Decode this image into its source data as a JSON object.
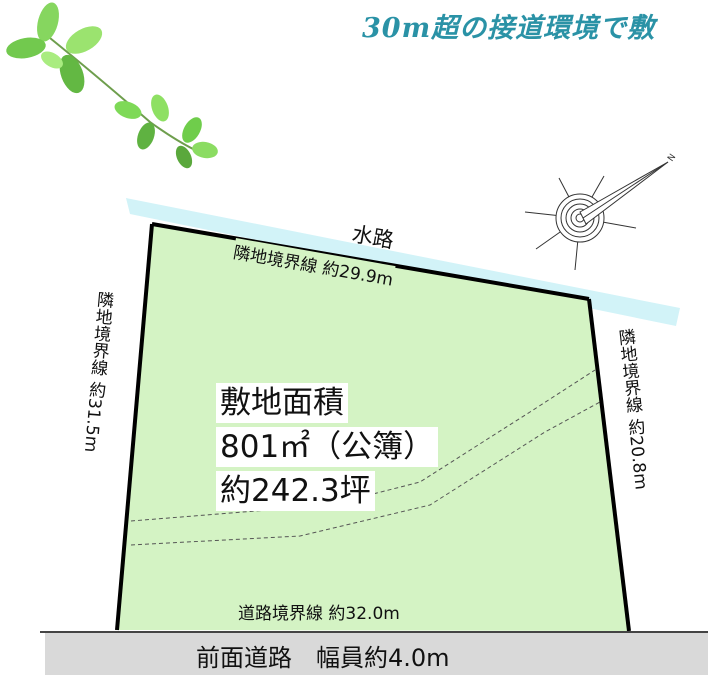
{
  "headline": "30m超の接道環境で敷",
  "colors": {
    "lot_fill": "#d4f3c4",
    "waterway": "#d2f3f8",
    "road": "#d9d9d9",
    "headline": "#2a92a6",
    "leaf": "#7ed957"
  },
  "icons": {
    "leaves": "green-leaves-branch-icon",
    "compass": "north-compass-icon"
  },
  "compass": {
    "north_label": "N"
  },
  "labels": {
    "waterway": "水路",
    "top_boundary": "隣地境界線 約29.9m",
    "left_boundary": "隣地境界線 約31.5m",
    "right_boundary": "隣地境界線 約20.8m",
    "road_boundary": "道路境界線 約32.0m",
    "front_road": "前面道路　幅員約4.0m"
  },
  "area": {
    "title": "敷地面積",
    "sqm": "801㎡（公簿）",
    "tsubo": "約242.3坪"
  }
}
